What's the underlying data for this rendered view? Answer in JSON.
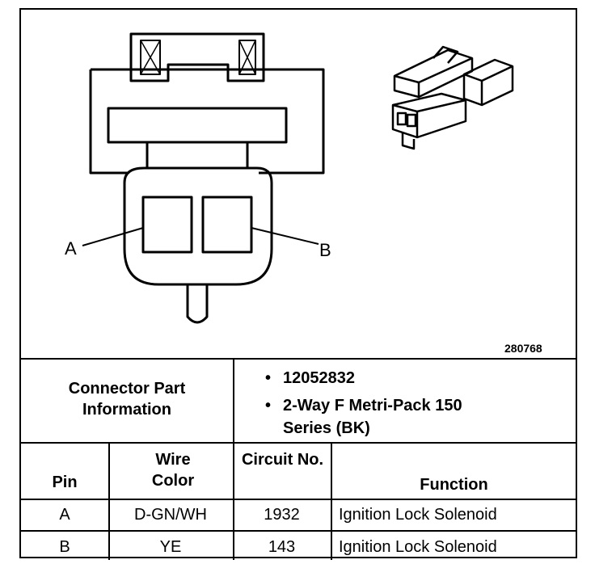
{
  "figure": {
    "number": "280768",
    "pin_callouts": [
      "A",
      "B"
    ]
  },
  "info": {
    "label": "Connector Part Information",
    "items": [
      "12052832",
      "2-Way F Metri-Pack 150 Series (BK)"
    ]
  },
  "table": {
    "headers": {
      "pin": "Pin",
      "wire_color": "Wire Color",
      "circuit": "Circuit No.",
      "function": "Function"
    },
    "rows": [
      {
        "pin": "A",
        "wire_color": "D-GN/WH",
        "circuit": "1932",
        "function": "Ignition Lock Solenoid"
      },
      {
        "pin": "B",
        "wire_color": "YE",
        "circuit": "143",
        "function": "Ignition Lock Solenoid"
      }
    ]
  }
}
